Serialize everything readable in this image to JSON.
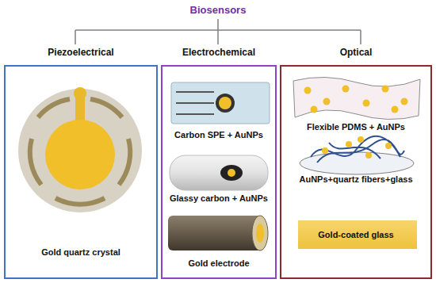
{
  "diagram": {
    "title": "Biosensors",
    "nodes": [
      {
        "text": [
          "Piezoelectrical",
          "Gold quartz crystal"
        ]
      },
      {
        "text": [
          "Electrochemical",
          "Carbon SPE + AuNPs",
          "Glassy carbon + AuNPs",
          "Gold electrode"
        ]
      },
      {
        "text": [
          "Optical",
          "Flexible PDMS + AuNPs",
          "AuNPs+quartz fibers+glass",
          "Gold-coated glass"
        ]
      }
    ]
  }
}
